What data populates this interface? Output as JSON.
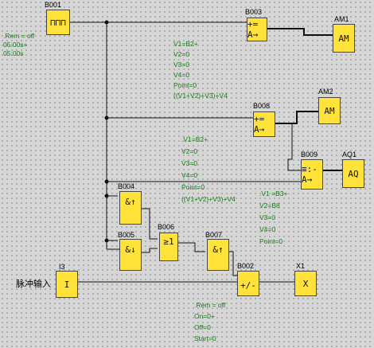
{
  "blocks": {
    "B001": {
      "label": "B001",
      "symbol": "⊓⊓⊓"
    },
    "B003": {
      "label": "B003",
      "symbol": "+= A→"
    },
    "AM1": {
      "label": "AM1",
      "symbol": "AM"
    },
    "B008": {
      "label": "B008",
      "symbol": "+= A→"
    },
    "AM2": {
      "label": "AM2",
      "symbol": "AM"
    },
    "B009": {
      "label": "B009",
      "symbol": "≡:- A→"
    },
    "AQ1": {
      "label": "AQ1",
      "symbol": "AQ"
    },
    "B004": {
      "label": "B004",
      "symbol": "&↑"
    },
    "B005": {
      "label": "B005",
      "symbol": "&↓"
    },
    "B006": {
      "label": "B006",
      "symbol": "≥1"
    },
    "B007": {
      "label": "B007",
      "symbol": "&↑"
    },
    "B002": {
      "label": "B002",
      "symbol": "+/-"
    },
    "I3": {
      "label": "I3",
      "symbol": "I"
    },
    "X1": {
      "label": "X1",
      "symbol": "X"
    }
  },
  "input_label": "脉冲输入",
  "params": {
    "b001": [
      ".Rem = off",
      "05:00s+",
      "05:00s"
    ],
    "b003": [
      "V1=B2+",
      "V2=0",
      "V3=0",
      "V4=0",
      "Point=0",
      "((V1+V2)+V3)+V4"
    ],
    "b008": [
      ".V1=B2+",
      "V2=0",
      "V3=0",
      "V4=0",
      "Point=0",
      "((V1+V2)+V3)+V4"
    ],
    "b009": [
      ".V1 =B3+",
      "V2=B8",
      "V3=0",
      "V4=0",
      "Point=0"
    ],
    "b002": [
      ".Rem = off",
      "On=0+",
      "Off=0",
      "Start=0"
    ]
  }
}
